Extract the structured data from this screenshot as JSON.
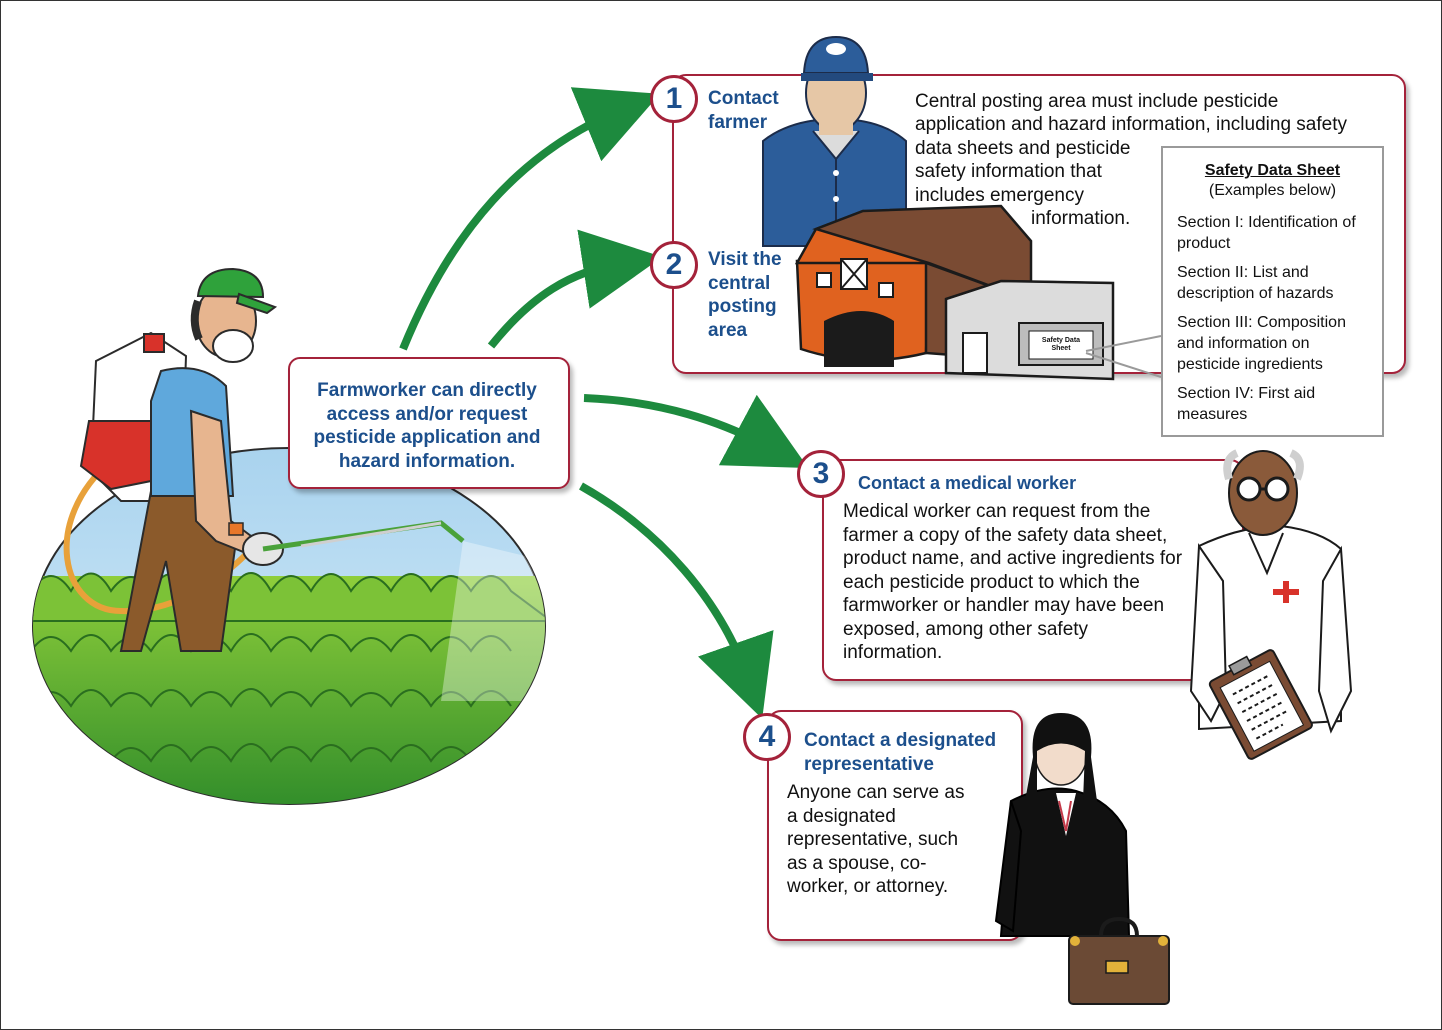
{
  "center": {
    "text": "Farmworker can directly access and/or request pesticide application and hazard information."
  },
  "steps": [
    {
      "number": "1",
      "title": "Contact farmer"
    },
    {
      "number": "2",
      "title": "Visit the central posting area"
    },
    {
      "number": "3",
      "title": "Contact a medical worker"
    },
    {
      "number": "4",
      "title": "Contact a designated representative"
    }
  ],
  "posting_text": "Central posting area must include pesticide application and hazard information, including safety data sheets and pesticide safety information that includes emergency information.",
  "posting_lines": [
    "Central posting area must include pesticide",
    "application and hazard information, including safety",
    "data sheets and pesticide",
    "safety information that",
    "includes emergency",
    "information."
  ],
  "sds": {
    "title": "Safety Data Sheet",
    "subtitle": "(Examples below)",
    "sections": [
      "Section I: Identification of product",
      "Section II: List and description of hazards",
      "Section III: Composition and information on pesticide ingredients",
      "Section IV: First aid measures"
    ],
    "sign_text": "Safety Data Sheet"
  },
  "medical_text": "Medical worker can request from the farmer a copy of the safety data sheet, product name, and active ingredients for each pesticide product to which the farmworker or handler may have been exposed, among other safety information.",
  "representative_text": "Anyone can serve as a designated representative, such as a spouse, co-worker, or attorney.",
  "colors": {
    "box_border": "#a4223a",
    "heading_blue": "#1c4f8c",
    "arrow_green": "#1d8a3e"
  }
}
